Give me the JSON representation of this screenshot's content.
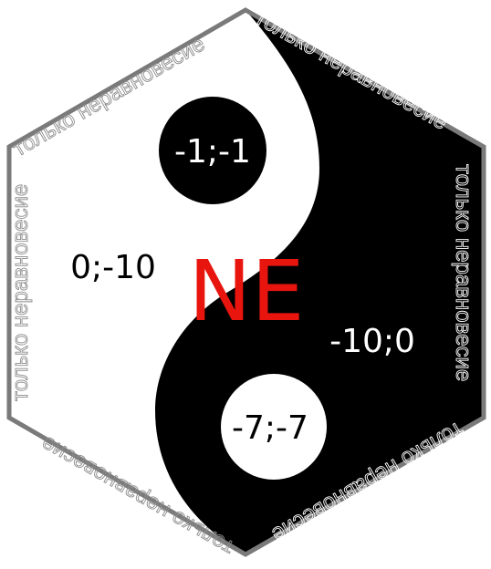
{
  "edge_label": "только неравновесие",
  "center_label": "NE",
  "payoffs": {
    "top_circle": "-1;-1",
    "bottom_circle": "-7;-7",
    "left_region": "0;-10",
    "right_region": "-10;0"
  },
  "colors": {
    "dark": "#000000",
    "light": "#ffffff",
    "accent": "#e8150f",
    "outline": "#7a7a7a",
    "edge_text_on_light": "#8c8c8c",
    "edge_text_on_dark": "#ffffff"
  }
}
